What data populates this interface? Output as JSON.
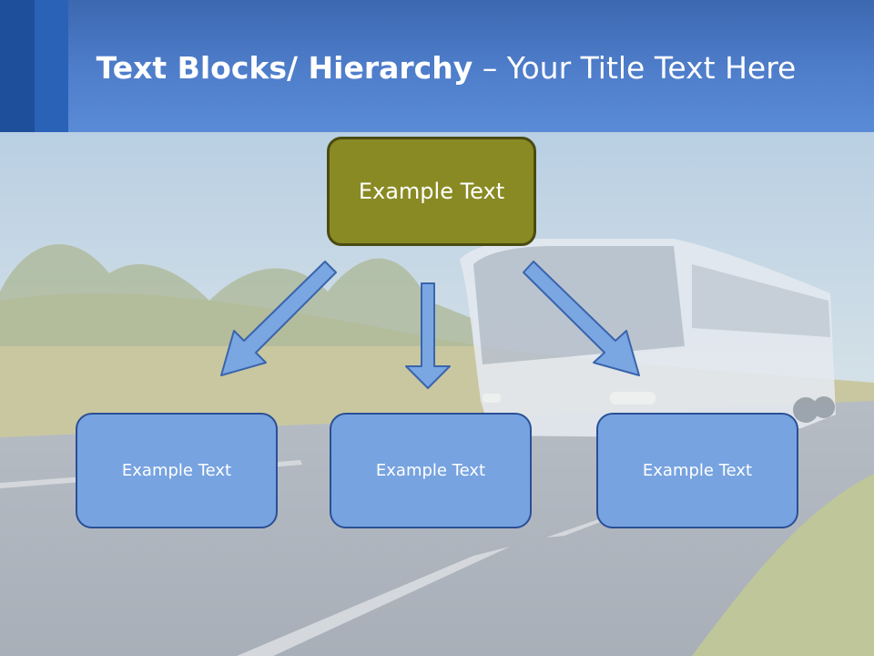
{
  "slide": {
    "title_bold": "Text Blocks/ Hierarchy",
    "title_dash": " – ",
    "title_rest": "Your Title Text Here"
  },
  "hierarchy": {
    "root": {
      "label": "Example Text"
    },
    "children": [
      {
        "label": "Example Text"
      },
      {
        "label": "Example Text"
      },
      {
        "label": "Example Text"
      }
    ]
  },
  "colors": {
    "header": "#4f7ecb",
    "root_fill": "#898a23",
    "child_fill": "#77a3e0",
    "arrow_fill": "#7aa6e2",
    "arrow_stroke": "#3a64ac"
  }
}
